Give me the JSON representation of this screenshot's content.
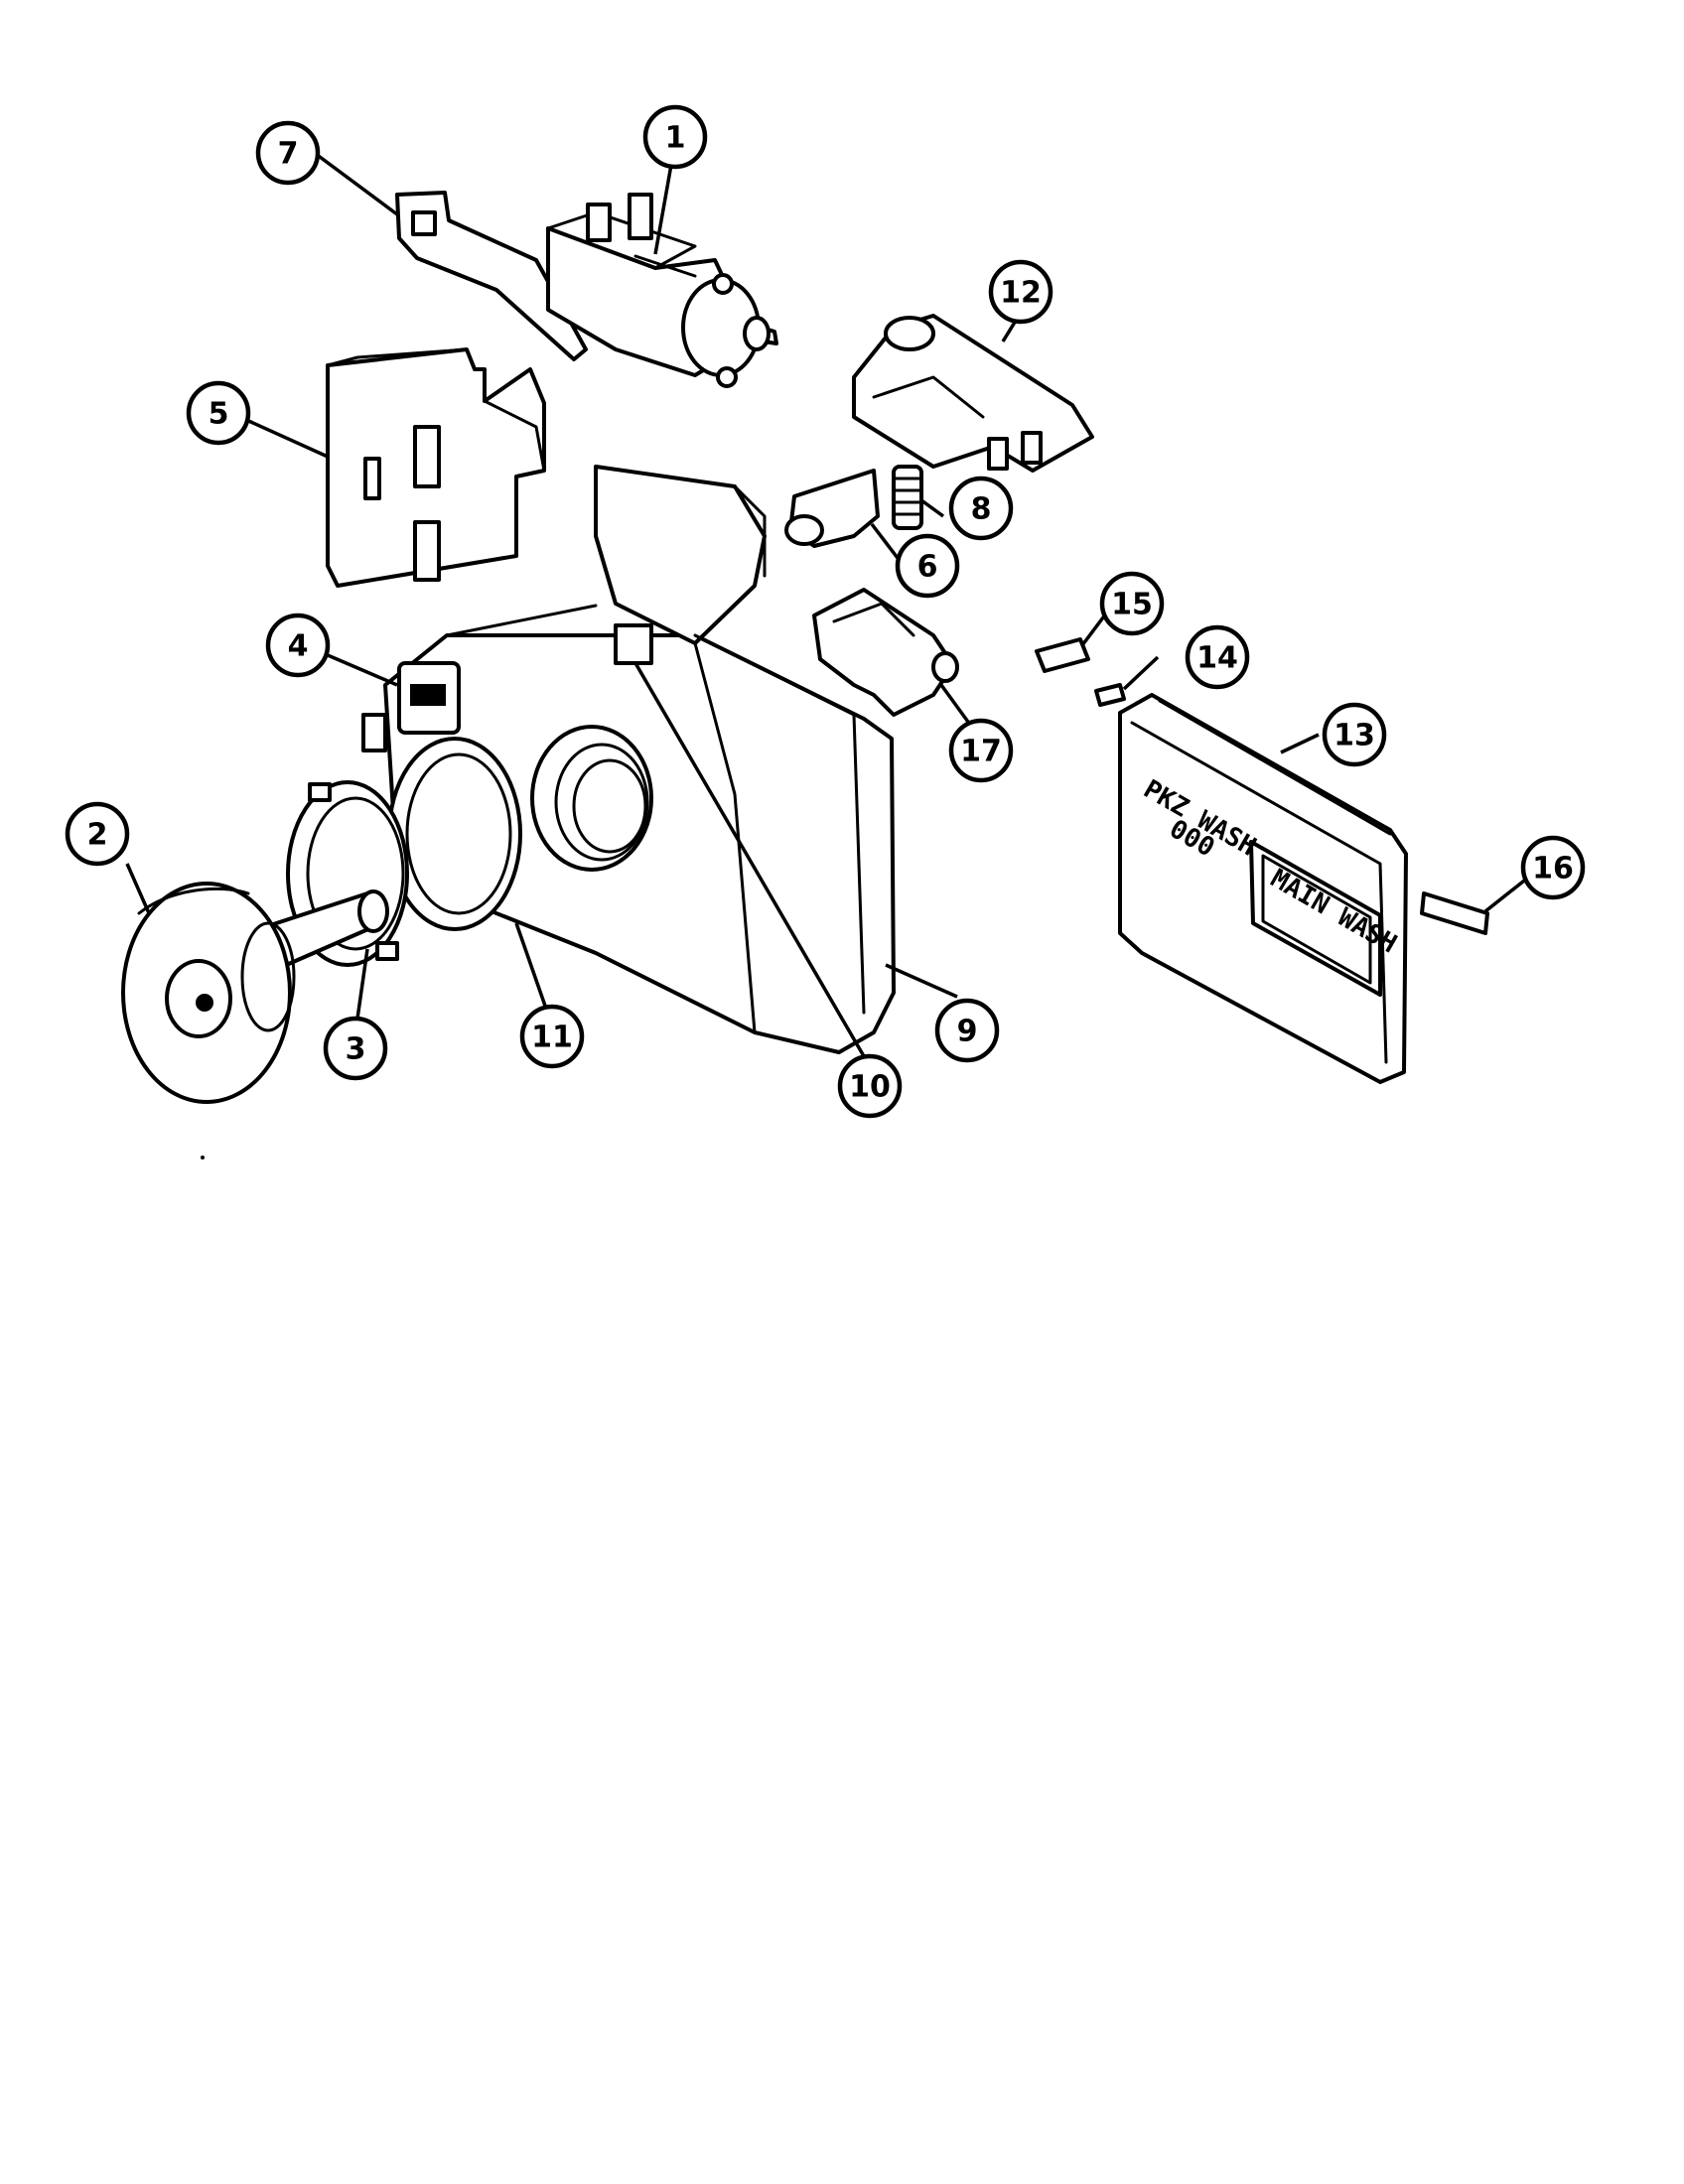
{
  "diagram": {
    "type": "exploded-parts-view",
    "callouts": [
      "1",
      "2",
      "3",
      "4",
      "5",
      "6",
      "7",
      "8",
      "9",
      "10",
      "11",
      "12",
      "13",
      "14",
      "15",
      "16",
      "17"
    ],
    "cover_stencil_top": "PKZ WASH",
    "cover_stencil_mid": "000",
    "cover_window_label": "MAIN WASH",
    "colors": {
      "ink": "#000000",
      "paper": "#ffffff"
    }
  }
}
